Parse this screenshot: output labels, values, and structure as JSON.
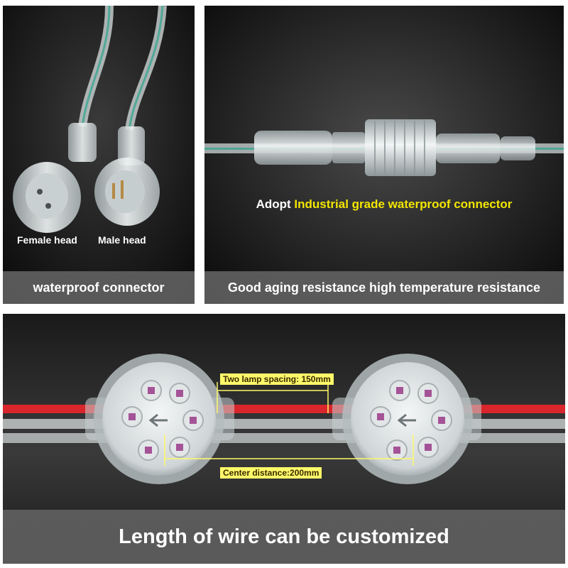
{
  "panels": {
    "top_left": {
      "labels": {
        "female": "Female head",
        "male": "Male head"
      },
      "caption": "waterproof connector"
    },
    "top_right": {
      "headline_prefix": "Adopt ",
      "headline_highlight": "Industrial grade waterproof connector",
      "caption": "Good aging resistance high temperature resistance"
    },
    "bottom": {
      "spacing_label": "Two lamp spacing: 150mm",
      "center_label": "Center distance:200mm",
      "caption": "Length of wire can be customized"
    }
  },
  "colors": {
    "caption_bg": "#5f5f5f",
    "highlight_text": "#f3e600",
    "label_bg": "#fff96a",
    "wire_red": "#d8262c",
    "led_purple": "#9b3a8a"
  }
}
